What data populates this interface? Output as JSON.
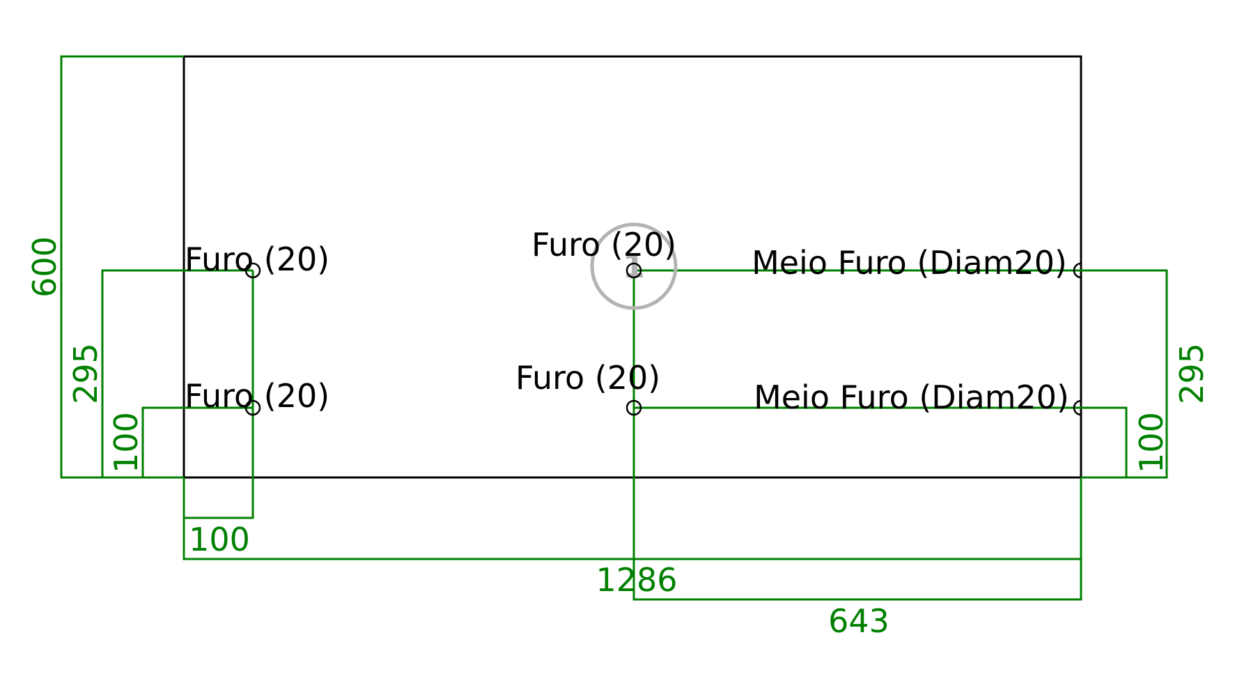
{
  "holes": [
    {
      "id": "h1",
      "label": "Furo (20)"
    },
    {
      "id": "h2",
      "label": "Furo (20)"
    },
    {
      "id": "h3",
      "label": "Furo (20)"
    },
    {
      "id": "h4",
      "label": "Furo (20)"
    },
    {
      "id": "h5",
      "label": "Meio Furo (Diam20)"
    },
    {
      "id": "h6",
      "label": "Meio Furo (Diam20)"
    }
  ],
  "dimensions": {
    "total_height": "600",
    "left_upper_hole_height": "295",
    "left_lower_hole_height": "100",
    "right_upper_hole_height": "295",
    "right_lower_hole_height": "100",
    "left_hole_offset": "100",
    "total_width": "1286",
    "center_to_right_width": "643"
  },
  "marker": {
    "label": "1"
  },
  "colors": {
    "part_outline": "#000000",
    "dimension": "#008000",
    "marker": "#b3b3b3"
  }
}
